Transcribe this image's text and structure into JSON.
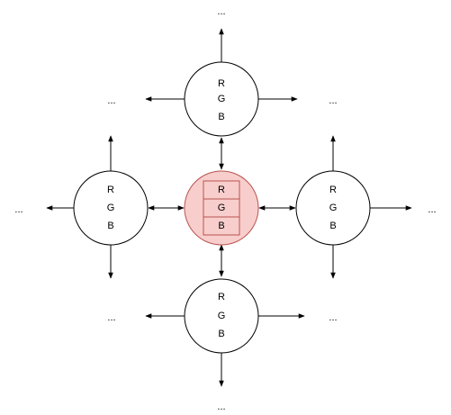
{
  "center_node": {
    "labels": [
      "R",
      "G",
      "B"
    ]
  },
  "nodes": [
    {
      "id": "top",
      "labels": [
        "R",
        "G",
        "B"
      ]
    },
    {
      "id": "left",
      "labels": [
        "R",
        "G",
        "B"
      ]
    },
    {
      "id": "right",
      "labels": [
        "R",
        "G",
        "B"
      ]
    },
    {
      "id": "bottom",
      "labels": [
        "R",
        "G",
        "B"
      ]
    }
  ],
  "continuation_text": "...",
  "colors": {
    "center_fill": "#f8cecc",
    "center_stroke": "#b85450",
    "node_stroke": "#000000"
  }
}
